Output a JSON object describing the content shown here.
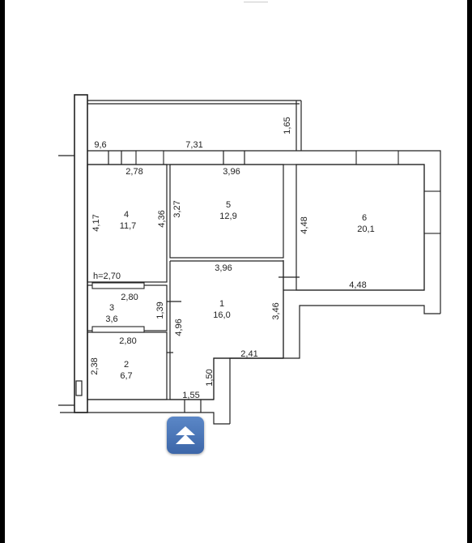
{
  "plan": {
    "rooms": [
      {
        "id": "4",
        "number": "4",
        "area": "11,7"
      },
      {
        "id": "5",
        "number": "5",
        "area": "12,9"
      },
      {
        "id": "6",
        "number": "6",
        "area": "20,1"
      },
      {
        "id": "3",
        "number": "3",
        "area": "3,6"
      },
      {
        "id": "1",
        "number": "1",
        "area": "16,0"
      },
      {
        "id": "2",
        "number": "2",
        "area": "6,7"
      }
    ],
    "dimensions": {
      "d_9_6": "9,6",
      "d_7_31": "7,31",
      "d_1_65": "1,65",
      "d_2_78": "2,78",
      "d_3_96_top": "3,96",
      "d_4_17": "4,17",
      "d_4_36": "4,36",
      "d_3_27": "3,27",
      "d_4_48_v": "4,48",
      "d_3_96_mid": "3,96",
      "d_h_2_70": "h=2,70",
      "d_2_80_a": "2,80",
      "d_1_39": "1,39",
      "d_2_80_b": "2,80",
      "d_4_96": "4,96",
      "d_3_46": "3,46",
      "d_4_48_h": "4,48",
      "d_2_41": "2,41",
      "d_2_38": "2,38",
      "d_1_50": "1,50",
      "d_1_55": "1,55"
    }
  },
  "nav_icon": "double-chevron-up-icon",
  "colors": {
    "button": "#4a76b8",
    "line": "#222222"
  }
}
